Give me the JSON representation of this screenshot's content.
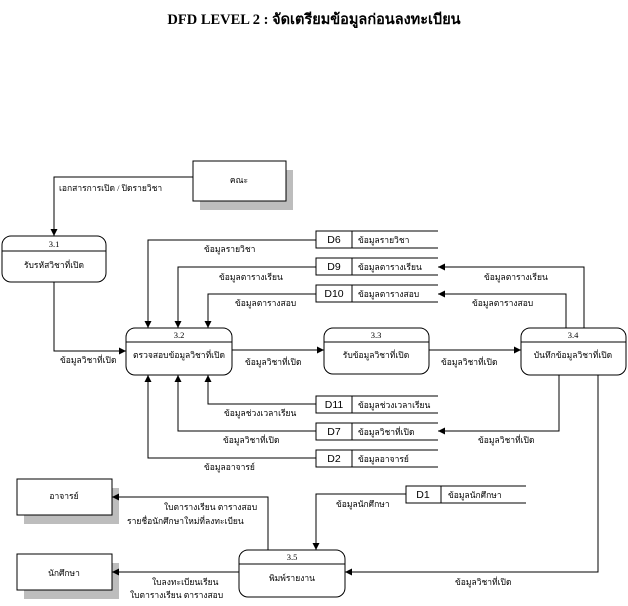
{
  "title": "DFD LEVEL 2 : จัดเตรียมข้อมูลก่อนลงทะเบียน",
  "externals": {
    "faculty": "คณะ",
    "teacher": "อาจารย์",
    "student": "นักศึกษา"
  },
  "processes": {
    "p31": {
      "id": "3.1",
      "name": "รับรหัสวิชาที่เปิด"
    },
    "p32": {
      "id": "3.2",
      "name": "ตรวจสอบข้อมูลวิชาที่เปิด"
    },
    "p33": {
      "id": "3.3",
      "name": "รับข้อมูลวิชาที่เปิด"
    },
    "p34": {
      "id": "3.4",
      "name": "บันทึกข้อมูลวิชาที่เปิด"
    },
    "p35": {
      "id": "3.5",
      "name": "พิมพ์รายงาน"
    }
  },
  "stores": {
    "d6": {
      "id": "D6",
      "name": "ข้อมูลรายวิชา"
    },
    "d9": {
      "id": "D9",
      "name": "ข้อมูลตารางเรียน"
    },
    "d10": {
      "id": "D10",
      "name": "ข้อมูลตารางสอบ"
    },
    "d11": {
      "id": "D11",
      "name": "ข้อมูลช่วงเวลาเรียน"
    },
    "d7": {
      "id": "D7",
      "name": "ข้อมูลวิชาที่เปิด"
    },
    "d2": {
      "id": "D2",
      "name": "ข้อมูลอาจารย์"
    },
    "d1": {
      "id": "D1",
      "name": "ข้อมูลนักศึกษา"
    }
  },
  "flows": {
    "faculty_to_p31": "เอกสารการเปิด / ปิดรายวิชา",
    "p31_to_p32": "ข้อมูลวิชาที่เปิด",
    "d6_to_p32": "ข้อมูลรายวิชา",
    "d9_to_p32": "ข้อมูลตารางเรียน",
    "d10_to_p32": "ข้อมูลตารางสอบ",
    "p32_to_p33": "ข้อมูลวิชาที่เปิด",
    "p33_to_p34": "ข้อมูลวิชาที่เปิด",
    "p34_to_d9": "ข้อมูลตารางเรียน",
    "p34_to_d10": "ข้อมูลตารางสอบ",
    "d11_to_p32": "ข้อมูลช่วงเวลาเรียน",
    "d7_to_p32": "ข้อมูลวิชาที่เปิด",
    "p34_to_d7": "ข้อมูลวิชาที่เปิด",
    "d2_to_p32": "ข้อมูลอาจารย์",
    "p35_to_teacher_1": "ใบตารางเรียน ตารางสอบ",
    "p35_to_teacher_2": "รายชื่อนักศึกษาใหม่ที่ลงทะเบียน",
    "d1_to_p35": "ข้อมูลนักศึกษา",
    "p35_to_student_1": "ใบลงทะเบียนเรียน",
    "p35_to_student_2": "ใบตารางเรียน ตารางสอบ",
    "p34_to_p35": "ข้อมูลวิชาที่เปิด"
  },
  "colors": {
    "shadow": "#bdbdbd",
    "line": "#000000",
    "background": "#ffffff"
  }
}
